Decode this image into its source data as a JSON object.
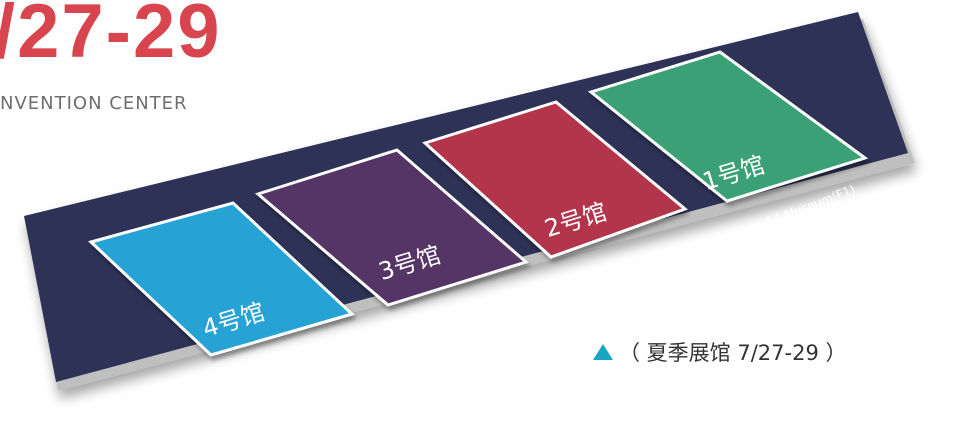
{
  "header": {
    "date": "/27-29",
    "subtitle": "NVENTION CENTER"
  },
  "halls": [
    {
      "label": "1号馆",
      "color": "#3aa075"
    },
    {
      "label": "2号馆",
      "color": "#b3364c"
    },
    {
      "label": "3号馆",
      "color": "#553465"
    },
    {
      "label": "4号馆",
      "color": "#27a2d5"
    }
  ],
  "museum_label": "No. E1-E4 Museum(F1)",
  "legend": {
    "icon": "triangle-icon",
    "icon_color": "#1aa6c2",
    "text": "（ 夏季展馆 7/27-29 ）"
  },
  "colors": {
    "base": "#2e3156",
    "title_accent": "#d9454f"
  }
}
